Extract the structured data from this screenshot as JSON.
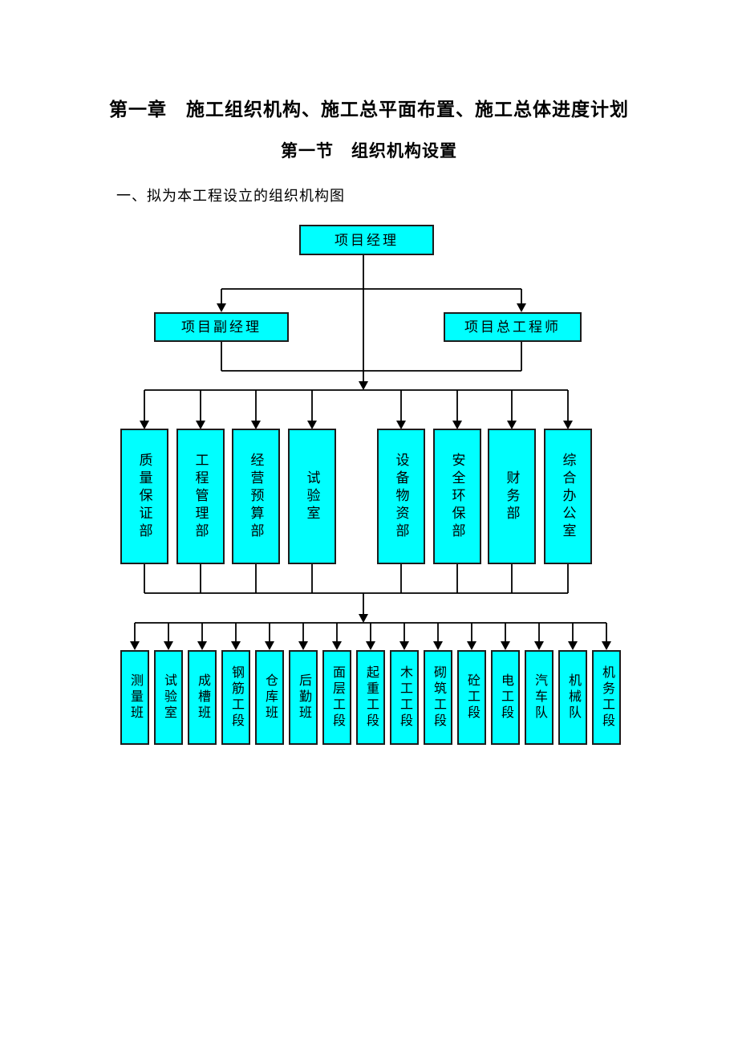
{
  "document": {
    "chapter_title": "第一章　施工组织机构、施工总平面布置、施工总体进度计划",
    "section_title": "第一节　组织机构设置",
    "intro_text": "一、拟为本工程设立的组织机构图"
  },
  "org_chart": {
    "colors": {
      "node_fill": "#00FFFF",
      "node_border": "#1C1C1C",
      "connector": "#000000"
    },
    "level1": {
      "label": "项目经理"
    },
    "level2": [
      {
        "label": "项目副经理"
      },
      {
        "label": "项目总工程师"
      }
    ],
    "level3": [
      {
        "label": "质量保证部"
      },
      {
        "label": "工程管理部"
      },
      {
        "label": "经营预算部"
      },
      {
        "label": "试验室"
      },
      {
        "label": "设备物资部"
      },
      {
        "label": "安全环保部"
      },
      {
        "label": "财务部"
      },
      {
        "label": "综合办公室"
      }
    ],
    "level4": [
      {
        "label": "测量班"
      },
      {
        "label": "试验室"
      },
      {
        "label": "成槽班"
      },
      {
        "label": "钢筋工段"
      },
      {
        "label": "仓库班"
      },
      {
        "label": "后勤班"
      },
      {
        "label": "面层工段"
      },
      {
        "label": "起重工段"
      },
      {
        "label": "木工工段"
      },
      {
        "label": "砌筑工段"
      },
      {
        "label": "砼工段"
      },
      {
        "label": "电工段"
      },
      {
        "label": "汽车队"
      },
      {
        "label": "机械队"
      },
      {
        "label": "机务工段"
      }
    ]
  }
}
